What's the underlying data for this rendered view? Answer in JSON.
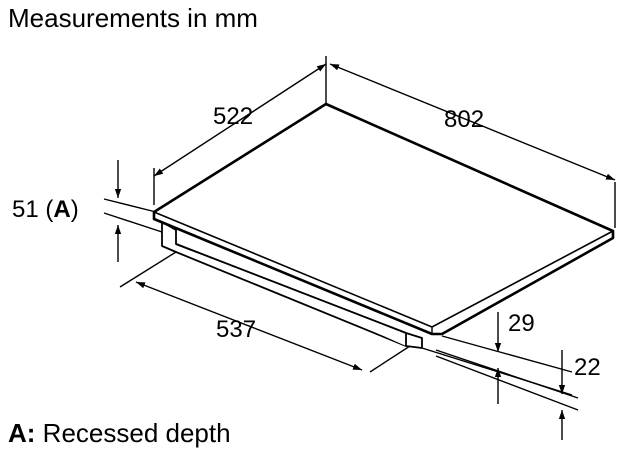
{
  "title": "Measurements in mm",
  "dimensions": {
    "width": "802",
    "depth": "522",
    "cutout": "537",
    "recessed": "51",
    "recessed_marker": "A",
    "height_body": "29",
    "height_panel": "22"
  },
  "legend": {
    "key": "A:",
    "text": " Recessed depth"
  }
}
